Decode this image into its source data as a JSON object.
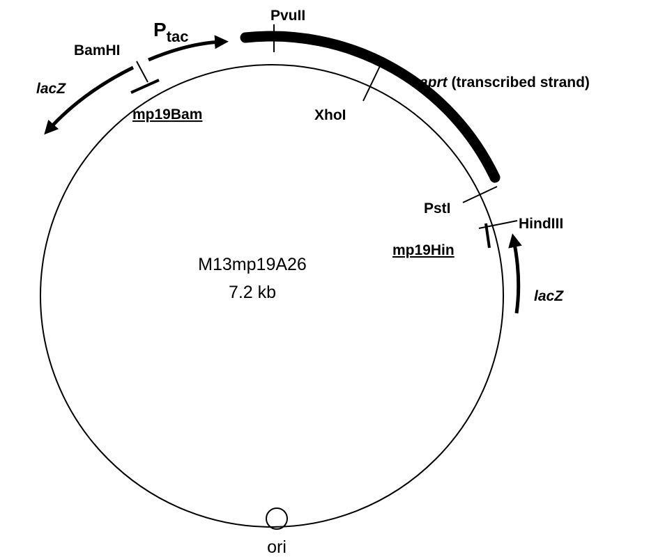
{
  "diagram": {
    "plasmid_name": "M13mp19A26",
    "plasmid_size": "7.2 kb",
    "origin_label": "ori",
    "sites": {
      "pvuii": "PvuII",
      "xhoi": "XhoI",
      "psti": "PstI",
      "hindiii": "HindIII",
      "bamhi": "BamHI"
    },
    "primers": {
      "mp19bam": "mp19Bam",
      "mp19hin": "mp19Hin"
    },
    "promoter": {
      "letter": "P",
      "subscript": "tac"
    },
    "genes": {
      "lacz_left": "lacZ",
      "lacz_right": "lacZ",
      "aprt_name": "aprt",
      "aprt_note": " (transcribed strand)"
    }
  }
}
